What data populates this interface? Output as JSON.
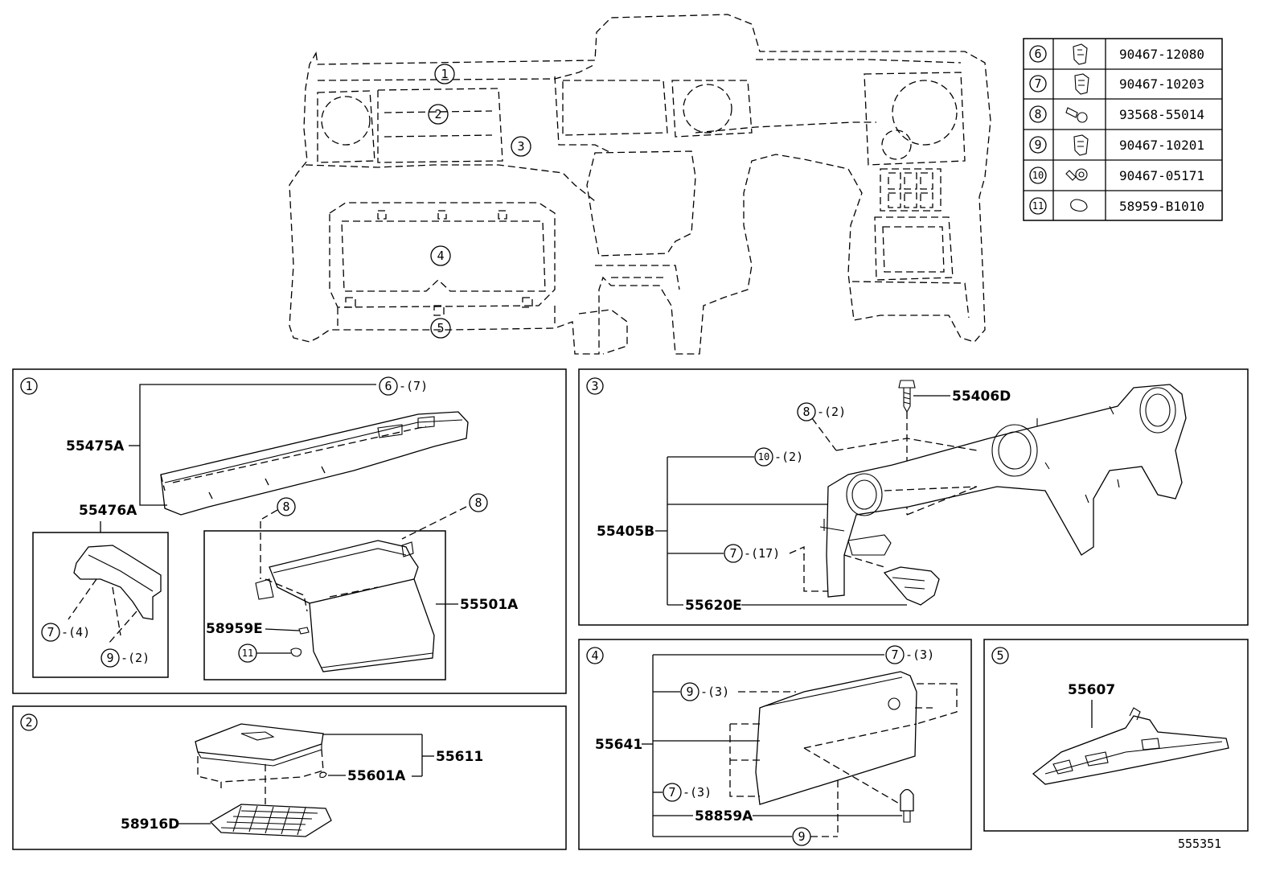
{
  "diagram_id": "555351",
  "callouts": {
    "overview": [
      "1",
      "2",
      "3",
      "4",
      "5"
    ],
    "panels": [
      "1",
      "2",
      "3",
      "4",
      "5"
    ]
  },
  "fastener_table": [
    {
      "ref": "6",
      "icon": "clip-icon",
      "part_no": "90467-12080"
    },
    {
      "ref": "7",
      "icon": "clip-icon",
      "part_no": "90467-10203"
    },
    {
      "ref": "8",
      "icon": "screw-icon",
      "part_no": "93568-55014"
    },
    {
      "ref": "9",
      "icon": "clip-icon",
      "part_no": "90467-10201"
    },
    {
      "ref": "10",
      "icon": "push-clip-icon",
      "part_no": "90467-05171"
    },
    {
      "ref": "11",
      "icon": "cushion-icon",
      "part_no": "58959-B1010"
    }
  ],
  "panel1": {
    "parts": {
      "p55475A": "55475A",
      "p55476A": "55476A",
      "p55501A": "55501A",
      "p58959E": "58959E"
    },
    "refs": {
      "r6": "6",
      "r6q": "-(7)",
      "r8a": "8",
      "r8b": "8",
      "r7": "7",
      "r7q": "-(4)",
      "r9": "9",
      "r9q": "-(2)",
      "r11": "11"
    }
  },
  "panel2": {
    "parts": {
      "p55611": "55611",
      "p55601A": "55601A",
      "p58916D": "58916D"
    }
  },
  "panel3": {
    "parts": {
      "p55406D": "55406D",
      "p55405B": "55405B",
      "p55620E": "55620E"
    },
    "refs": {
      "r8": "8",
      "r8q": "-(2)",
      "r10": "10",
      "r10q": "-(2)",
      "r7": "7",
      "r7q": "-(17)"
    }
  },
  "panel4": {
    "parts": {
      "p55641": "55641",
      "p58859A": "58859A"
    },
    "refs": {
      "r7a": "7",
      "r7aq": "-(3)",
      "r9a": "9",
      "r9aq": "-(3)",
      "r7b": "7",
      "r7bq": "-(3)",
      "r9b": "9"
    }
  },
  "panel5": {
    "parts": {
      "p55607": "55607"
    }
  }
}
